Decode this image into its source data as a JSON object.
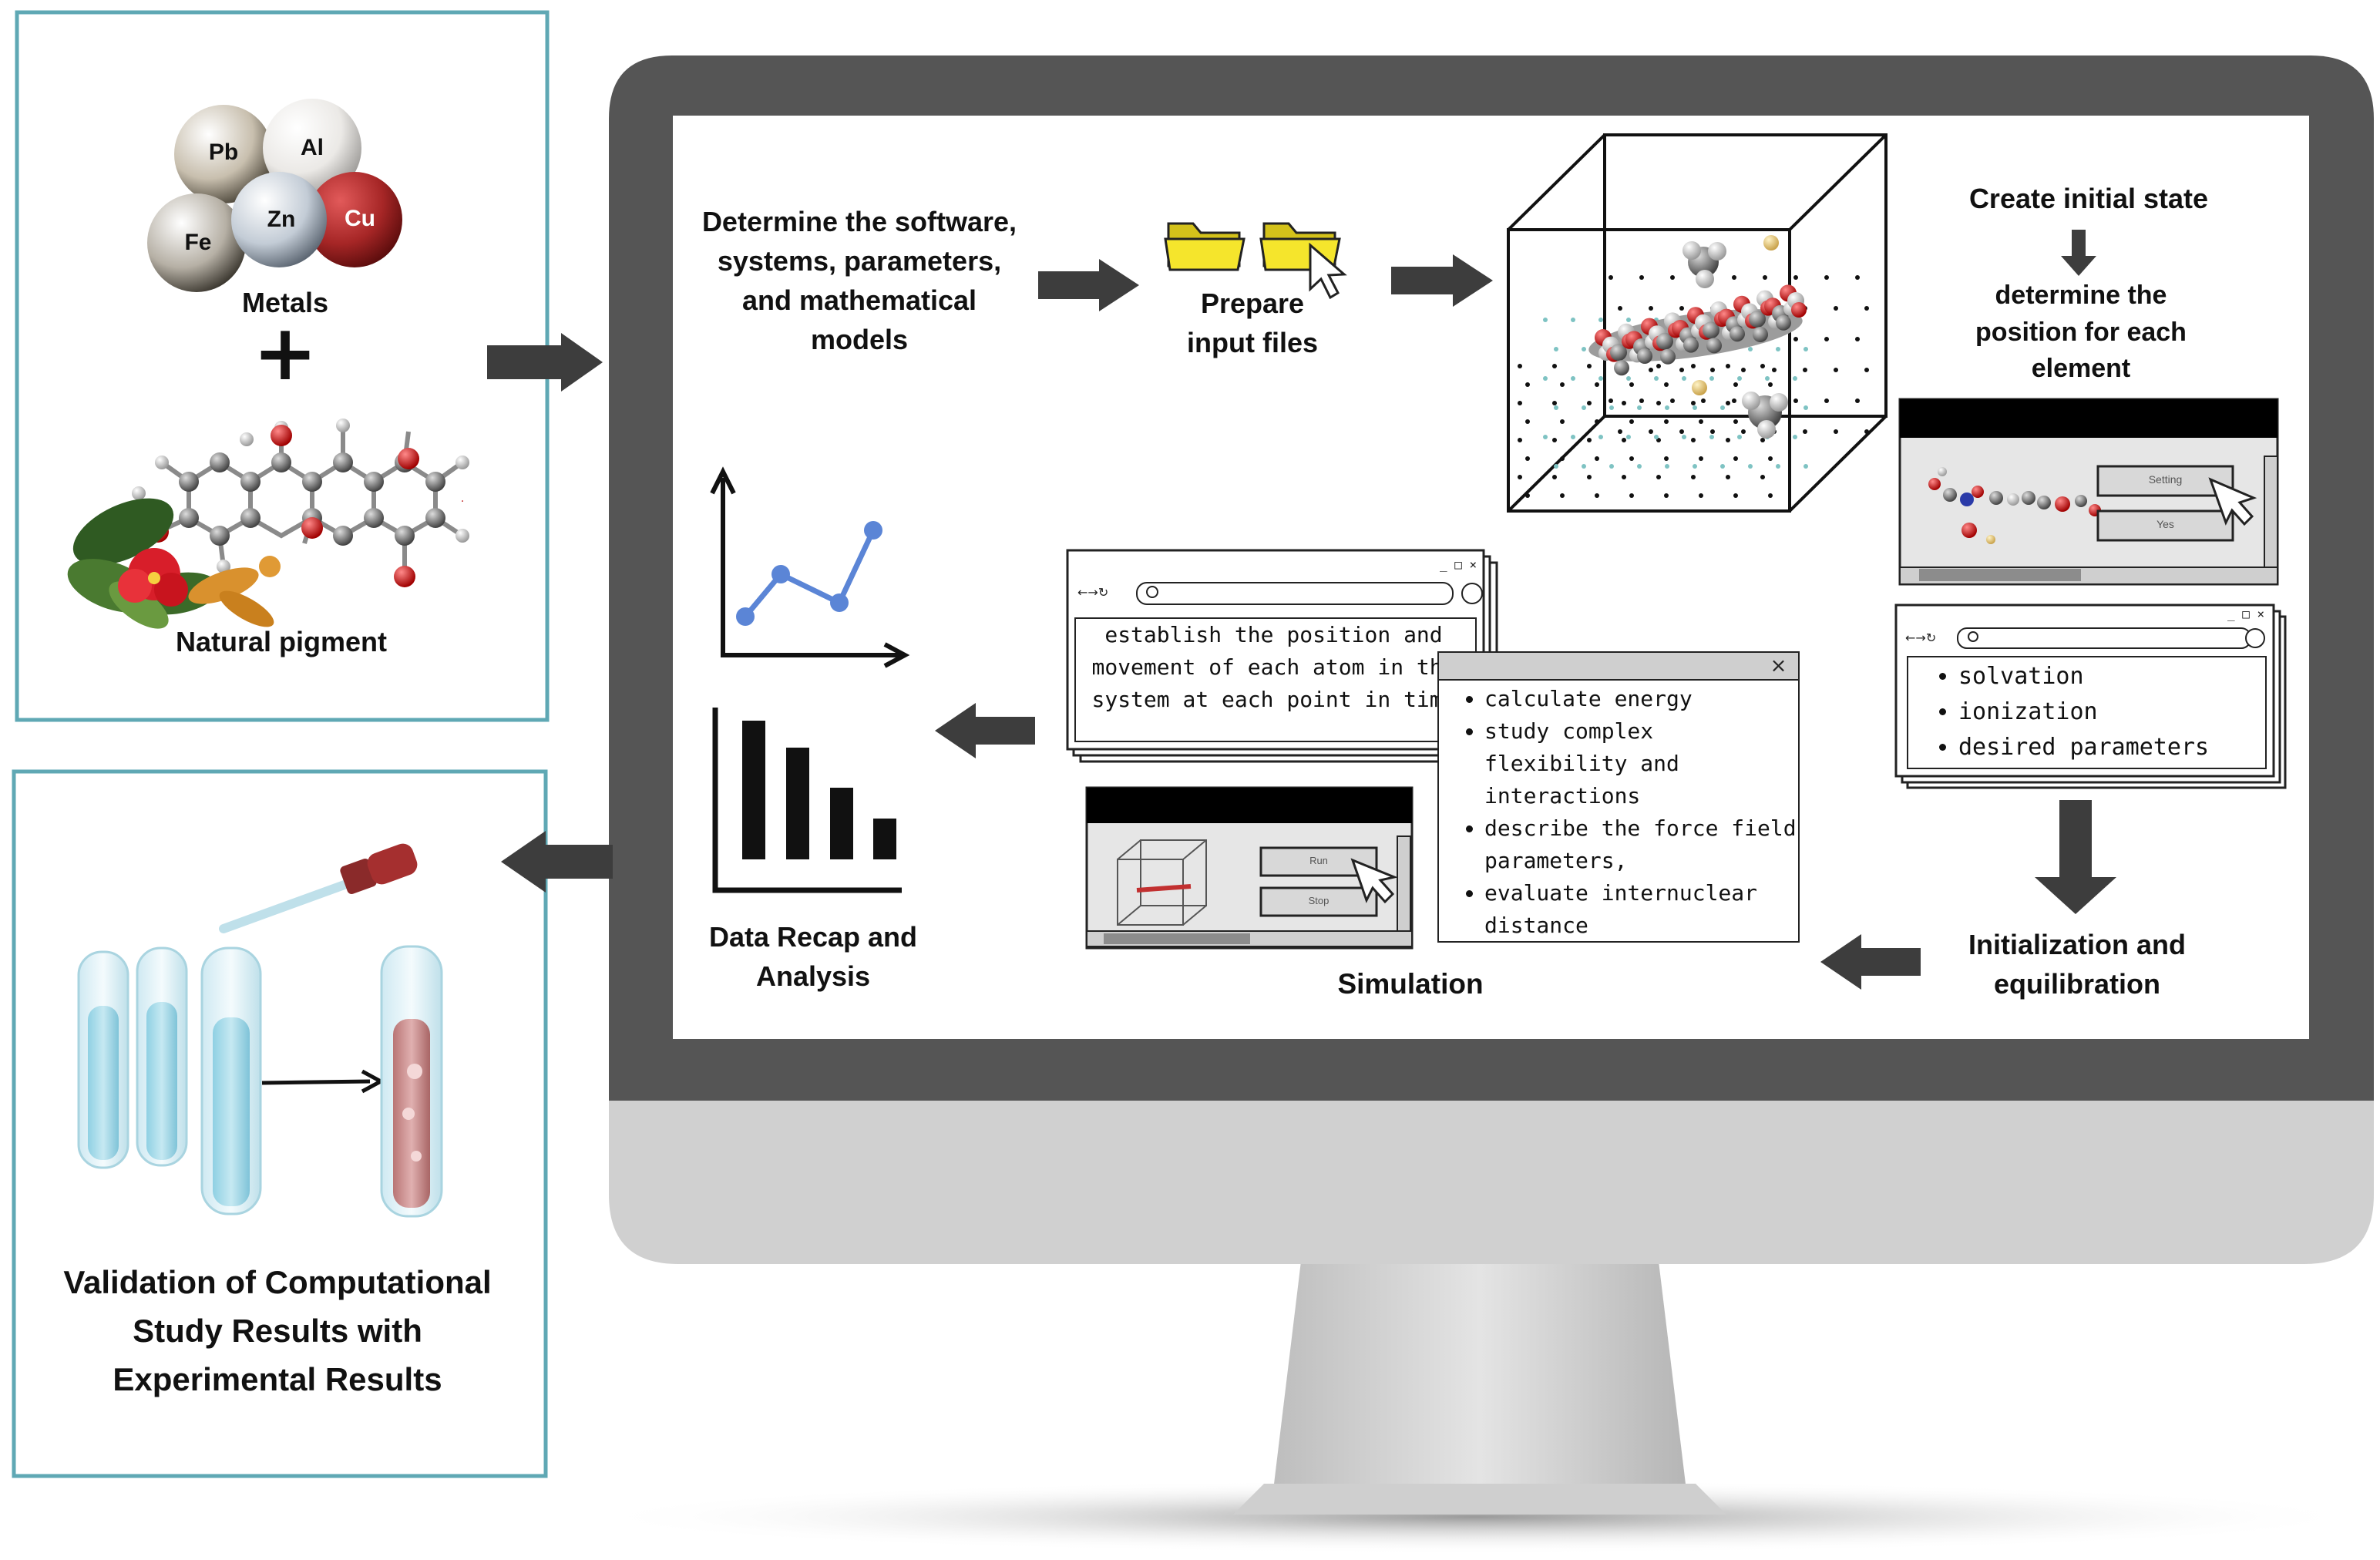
{
  "inputs": {
    "metal_symbols": [
      "Pb",
      "Al",
      "Zn",
      "Cu",
      "Fe"
    ],
    "metals_label": "Metals",
    "plus_symbol": "+",
    "pigment_label": "Natural pigment"
  },
  "validation": {
    "title": "Validation of Computational Study Results with Experimental Results"
  },
  "steps": {
    "determine": "Determine the software, systems, parameters, and mathematical models",
    "prepare": "Prepare input files",
    "create_initial_state": "Create initial state",
    "determine_position": "determine the position for each element",
    "initialization": "Initialization and equilibration",
    "simulation": "Simulation",
    "data_recap": "Data Recap and Analysis"
  },
  "setting_window": {
    "setting_button": "Setting",
    "yes_button": "Yes"
  },
  "params_window": {
    "items": [
      "solvation",
      "ionization",
      "desired parameters"
    ]
  },
  "trajectory_window": {
    "text": "establish the position and movement of each atom in the system at each point in time"
  },
  "calc_window": {
    "close_glyph": "×",
    "items": [
      "calculate energy",
      "study complex flexibility and interactions",
      "describe the force field parameters,",
      "evaluate internuclear distance"
    ]
  },
  "run_window": {
    "run_button": "Run",
    "stop_button": "Stop"
  },
  "colors": {
    "panel_border": "#5fa8b4",
    "monitor_bezel": "#555555",
    "monitor_chin": "#d0d0d0",
    "arrow": "#3d3d3d",
    "line_chart": "#5b85d6",
    "copper": "#a62626",
    "oxygen_atom": "#d41b1b"
  }
}
